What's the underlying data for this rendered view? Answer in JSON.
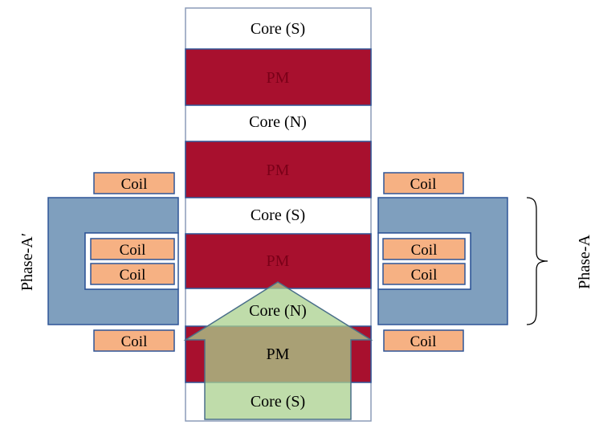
{
  "stack": {
    "layers": [
      "Core (S)",
      "PM",
      "Core (N)",
      "PM",
      "Core (S)",
      "PM",
      "Core (N)",
      "PM",
      "Core (S)"
    ]
  },
  "coils": {
    "left": [
      "Coil",
      "Coil",
      "Coil",
      "Coil"
    ],
    "right": [
      "Coil",
      "Coil",
      "Coil",
      "Coil"
    ]
  },
  "phase_labels": {
    "left": "Phase-A′",
    "right": "Phase-A"
  },
  "colors": {
    "pm": "#a8102e",
    "core": "#ffffff",
    "stator": "#7f9fbe",
    "stator_stroke": "#2f5597",
    "coil": "#f6b183",
    "arrow": "#a9d08e"
  }
}
